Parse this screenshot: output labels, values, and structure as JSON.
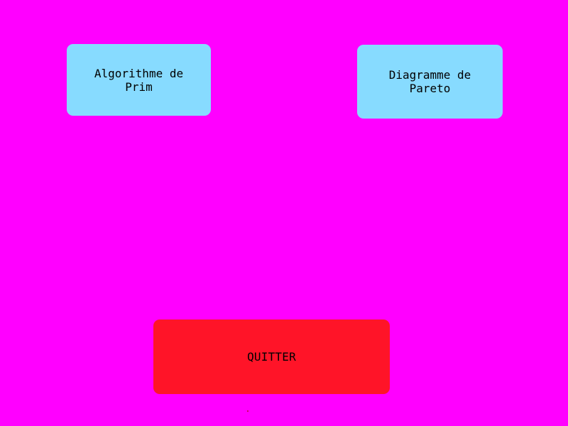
{
  "window": {
    "background_color": "#ff00ff"
  },
  "menu": {
    "prim_button": {
      "label": "Algorithme de\nPrim",
      "color": "#87dbff"
    },
    "pareto_button": {
      "label": "Diagramme de\nPareto",
      "color": "#87dbff"
    },
    "quit_button": {
      "label": "QUITTER",
      "color": "#ff1428"
    }
  }
}
